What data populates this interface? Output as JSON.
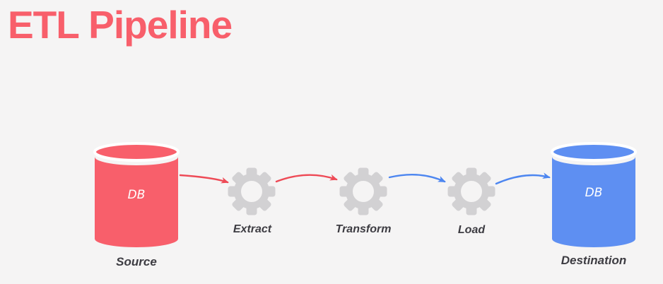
{
  "title": "ETL Pipeline",
  "colors": {
    "background": "#f5f4f4",
    "red": "#f85f6b",
    "blue": "#5e8ff2",
    "arrow-red": "#ee4a56",
    "arrow-blue": "#4d86f0",
    "gear": "#d2d1d3",
    "label": "#3d3c42",
    "db-text": "#ffffff",
    "gap-white": "#ffffff"
  },
  "diagram": {
    "source": {
      "db_label": "DB",
      "caption": "Source"
    },
    "destination": {
      "db_label": "DB",
      "caption": "Destination"
    },
    "steps": [
      {
        "label": "Extract",
        "icon": "gear-icon"
      },
      {
        "label": "Transform",
        "icon": "gear-icon"
      },
      {
        "label": "Load",
        "icon": "gear-icon"
      }
    ]
  }
}
